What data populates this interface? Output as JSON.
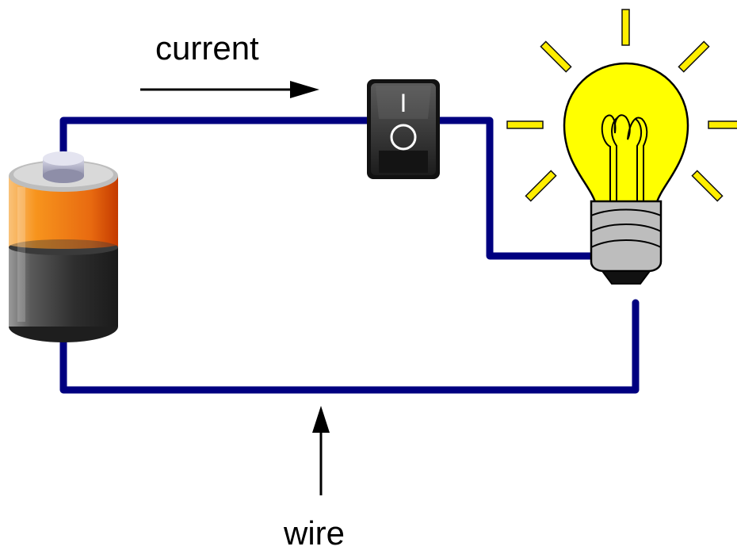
{
  "labels": {
    "current": "current",
    "wire": "wire"
  },
  "switch": {
    "on_symbol": "I",
    "off_symbol": "O"
  },
  "components": {
    "power_source": "battery-icon",
    "switch": "rocker-switch-icon",
    "load": "light-bulb-icon"
  },
  "colors": {
    "wire": "#000080",
    "arrow": "#000000",
    "bulb_glass": "#ffff00",
    "bulb_rays": "#ffee00",
    "battery_top": "#f7941d",
    "battery_body": "#3c3c3c",
    "switch_body": "#2b2b2b"
  }
}
